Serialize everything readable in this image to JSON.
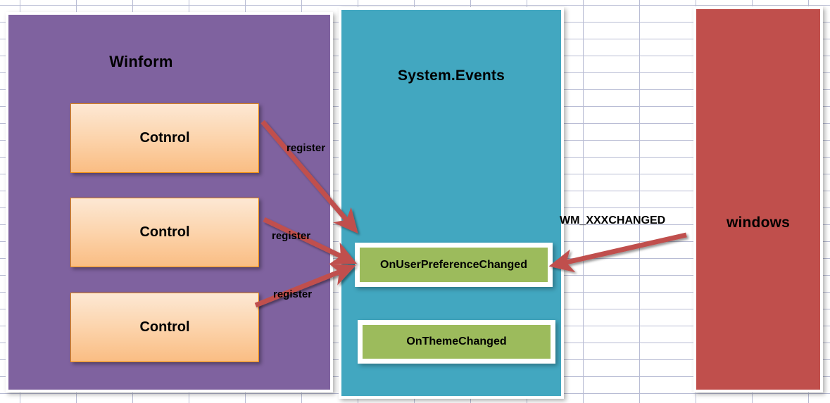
{
  "diagram": {
    "title": "WinForms System.Events registration diagram",
    "panels": [
      {
        "id": "winform",
        "label": "Winform",
        "color": "#7f629f"
      },
      {
        "id": "events",
        "label": "System.Events",
        "color": "#42a7c0"
      },
      {
        "id": "windows",
        "label": "windows",
        "color": "#c04f4c"
      }
    ],
    "controls": [
      {
        "label": "Cotnrol"
      },
      {
        "label": "Control"
      },
      {
        "label": "Control"
      }
    ],
    "events": [
      {
        "label": "OnUserPreferenceChanged"
      },
      {
        "label": "OnThemeChanged"
      }
    ],
    "arrows": [
      {
        "label": "register"
      },
      {
        "label": "register"
      },
      {
        "label": "register"
      },
      {
        "label": "WM_XXXCHANGED"
      }
    ],
    "colors": {
      "purple": "#7f629f",
      "teal": "#42a7c0",
      "red": "#c04f4c",
      "green": "#9cbb5c",
      "orange_light": "#fde8d4",
      "orange_dark": "#fabd83",
      "orange_border": "#e8890c",
      "arrow": "#c0504d",
      "grid_line": "#b8bcd4"
    }
  }
}
